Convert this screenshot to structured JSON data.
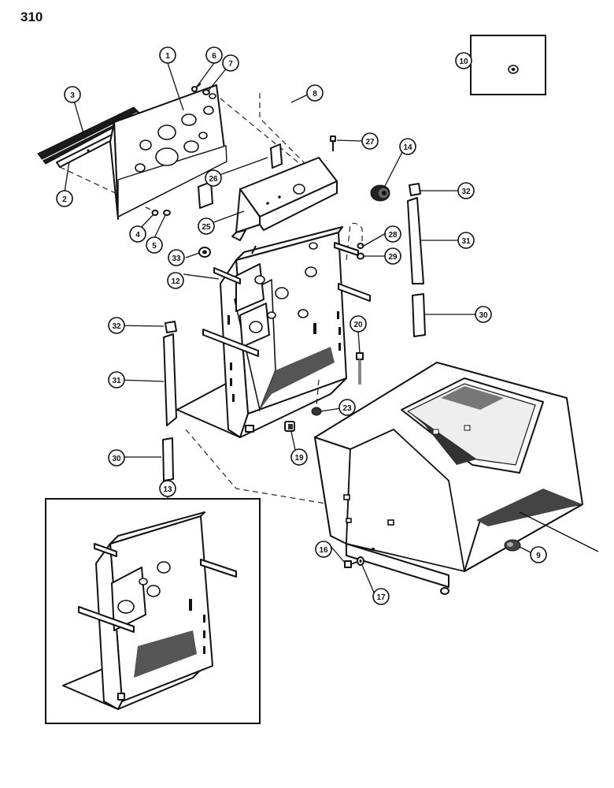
{
  "page_number": "310",
  "callouts": [
    {
      "id": "c1",
      "label": "1"
    },
    {
      "id": "c2",
      "label": "2"
    },
    {
      "id": "c3",
      "label": "3"
    },
    {
      "id": "c4",
      "label": "4"
    },
    {
      "id": "c5",
      "label": "5"
    },
    {
      "id": "c6",
      "label": "6"
    },
    {
      "id": "c7",
      "label": "7"
    },
    {
      "id": "c8",
      "label": "8"
    },
    {
      "id": "c9",
      "label": "9"
    },
    {
      "id": "c10",
      "label": "10"
    },
    {
      "id": "c12",
      "label": "12"
    },
    {
      "id": "c13",
      "label": "13"
    },
    {
      "id": "c14",
      "label": "14"
    },
    {
      "id": "c16",
      "label": "16"
    },
    {
      "id": "c17",
      "label": "17"
    },
    {
      "id": "c19",
      "label": "19"
    },
    {
      "id": "c20",
      "label": "20"
    },
    {
      "id": "c23",
      "label": "23"
    },
    {
      "id": "c25",
      "label": "25"
    },
    {
      "id": "c26",
      "label": "26"
    },
    {
      "id": "c27",
      "label": "27"
    },
    {
      "id": "c28",
      "label": "28"
    },
    {
      "id": "c29",
      "label": "29"
    },
    {
      "id": "c30a",
      "label": "30"
    },
    {
      "id": "c30b",
      "label": "30"
    },
    {
      "id": "c31a",
      "label": "31"
    },
    {
      "id": "c31b",
      "label": "31"
    },
    {
      "id": "c32a",
      "label": "32"
    },
    {
      "id": "c32b",
      "label": "32"
    },
    {
      "id": "c33",
      "label": "33"
    }
  ]
}
